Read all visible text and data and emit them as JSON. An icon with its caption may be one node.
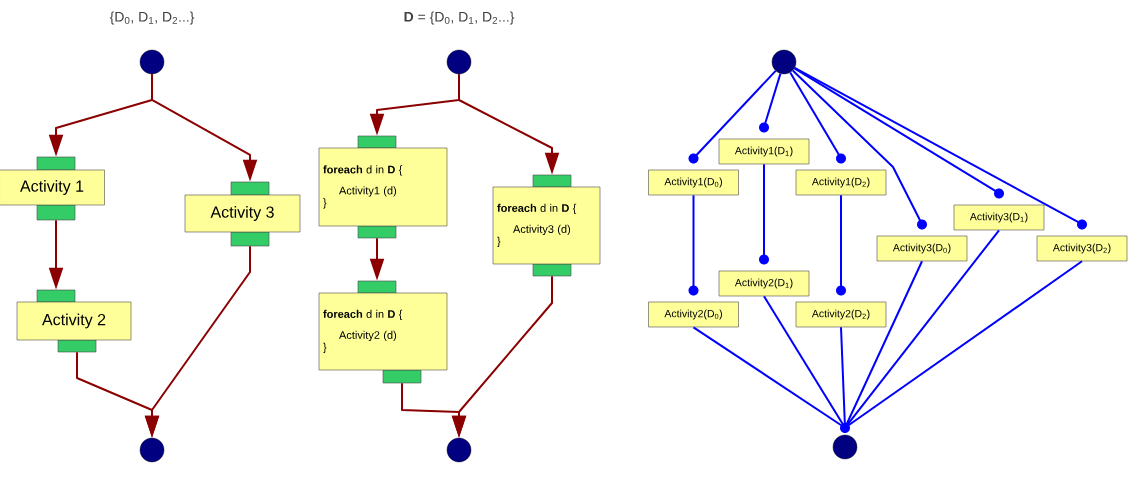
{
  "diagram": {
    "nodes": [
      {
        "text": [],
        "shape": "circle"
      },
      {
        "text": [
          "Activity 1"
        ]
      },
      {
        "text": [
          "Activity 3"
        ]
      },
      {
        "text": [
          "Activity 2"
        ]
      },
      {
        "text": [],
        "shape": "circle"
      },
      {
        "text": [],
        "shape": "circle"
      },
      {
        "text": [
          "**foreach** d in **D** {",
          "Activity1 (d)",
          "}"
        ]
      },
      {
        "text": [
          "**foreach** d in **D** {",
          "Activity3 (d)",
          "}"
        ]
      },
      {
        "text": [
          "**foreach** d in **D** {",
          "Activity2 (d)",
          "}"
        ]
      },
      {
        "text": [],
        "shape": "circle"
      },
      {
        "text": [],
        "shape": "circle"
      },
      {
        "text": [
          "Activity1(D$_{0}$)"
        ]
      },
      {
        "text": [
          "Activity1(D$_{1}$)"
        ]
      },
      {
        "text": [
          "Activity1(D$_{2}$)"
        ]
      },
      {
        "text": [
          "Activity3(D$_{0}$)"
        ]
      },
      {
        "text": [
          "Activity3(D$_{1}$)"
        ]
      },
      {
        "text": [
          "Activity3(D$_{2}$)"
        ]
      },
      {
        "text": [
          "Activity2(D$_{0}$)"
        ]
      },
      {
        "text": [
          "Activity2(D$_{1}$)"
        ]
      },
      {
        "text": [
          "Activity2(D$_{2}$)"
        ]
      },
      {
        "text": [],
        "shape": "circle"
      }
    ],
    "edges": [
      {
        "from": 0,
        "to": 1,
        "arrow": "to",
        "color": "#8b0000"
      },
      {
        "from": 0,
        "to": 2,
        "arrow": "to",
        "color": "#8b0000"
      },
      {
        "from": 1,
        "to": 3,
        "arrow": "to",
        "color": "#8b0000"
      },
      {
        "from": 3,
        "to": 4,
        "arrow": "to",
        "color": "#8b0000"
      },
      {
        "from": 2,
        "to": 4,
        "arrow": "to",
        "color": "#8b0000"
      },
      {
        "from": 5,
        "to": 6,
        "arrow": "to",
        "color": "#8b0000"
      },
      {
        "from": 5,
        "to": 7,
        "arrow": "to",
        "color": "#8b0000"
      },
      {
        "from": 6,
        "to": 8,
        "arrow": "to",
        "color": "#8b0000"
      },
      {
        "from": 8,
        "to": 9,
        "arrow": "to",
        "color": "#8b0000"
      },
      {
        "from": 7,
        "to": 9,
        "arrow": "to",
        "color": "#8b0000"
      },
      {
        "from": 10,
        "to": 11,
        "arrow": "none"
      },
      {
        "from": 10,
        "to": 12,
        "arrow": "none"
      },
      {
        "from": 10,
        "to": 13,
        "arrow": "none"
      },
      {
        "from": 10,
        "to": 14,
        "arrow": "none"
      },
      {
        "from": 10,
        "to": 15,
        "arrow": "none"
      },
      {
        "from": 10,
        "to": 16,
        "arrow": "none"
      },
      {
        "from": 11,
        "to": 17,
        "arrow": "none"
      },
      {
        "from": 12,
        "to": 18,
        "arrow": "none"
      },
      {
        "from": 13,
        "to": 19,
        "arrow": "none"
      },
      {
        "from": 17,
        "to": 20,
        "arrow": "none"
      },
      {
        "from": 18,
        "to": 20,
        "arrow": "none"
      },
      {
        "from": 19,
        "to": 20,
        "arrow": "none"
      },
      {
        "from": 14,
        "to": 20,
        "arrow": "none"
      },
      {
        "from": 15,
        "to": 20,
        "arrow": "none"
      },
      {
        "from": 16,
        "to": 20,
        "arrow": "none"
      }
    ],
    "labels": [
      "{D$_{0}$, D$_{1}$, D$_{2}$...}",
      "**D** = {D$_{0}$, D$_{1}$, D$_{2}$...}"
    ]
  }
}
